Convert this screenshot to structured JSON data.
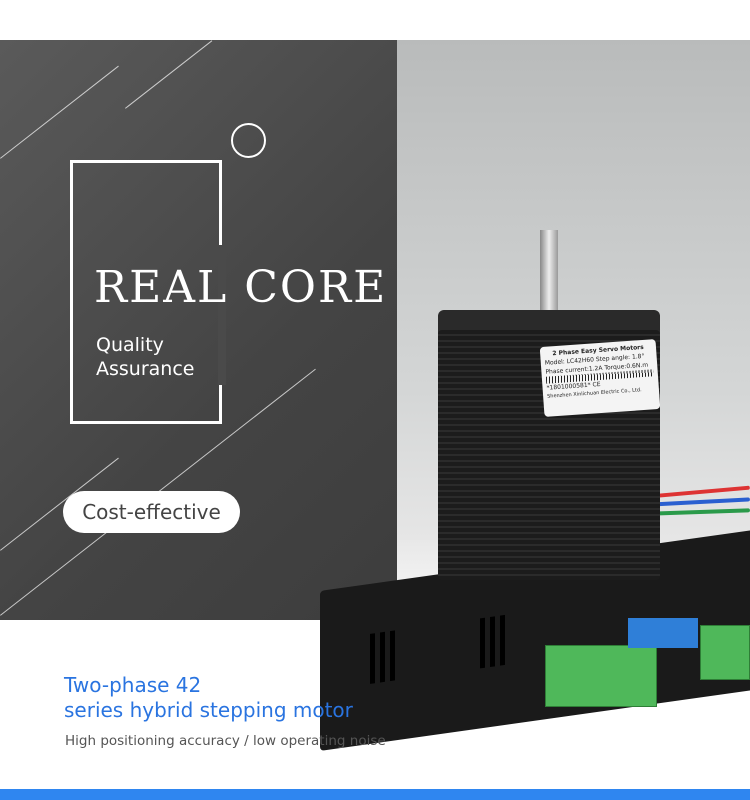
{
  "hero": {
    "title": "REAL CORE",
    "tagline_line1": "Quality",
    "tagline_line2": "Assurance",
    "badge": "Cost-effective"
  },
  "product_label": {
    "line1": "2 Phase Easy Servo Motors",
    "model": "Model: LC42H60",
    "step_angle": "Step angle: 1.8°",
    "phase_current": "Phase current:1.2A",
    "torque": "Torque:0.6N.m",
    "serial": "*1801000581*",
    "mark": "CE",
    "maker": "Shenzhen Xinlichuan Electric Co., Ltd."
  },
  "product": {
    "title_line1": "Two-phase 42",
    "title_line2": "series hybrid stepping motor",
    "subtitle": "High positioning accuracy / low operating noise"
  },
  "colors": {
    "accent": "#2f86f0",
    "title_blue": "#2a74e0",
    "panel_dark": "#4a4a4a"
  }
}
